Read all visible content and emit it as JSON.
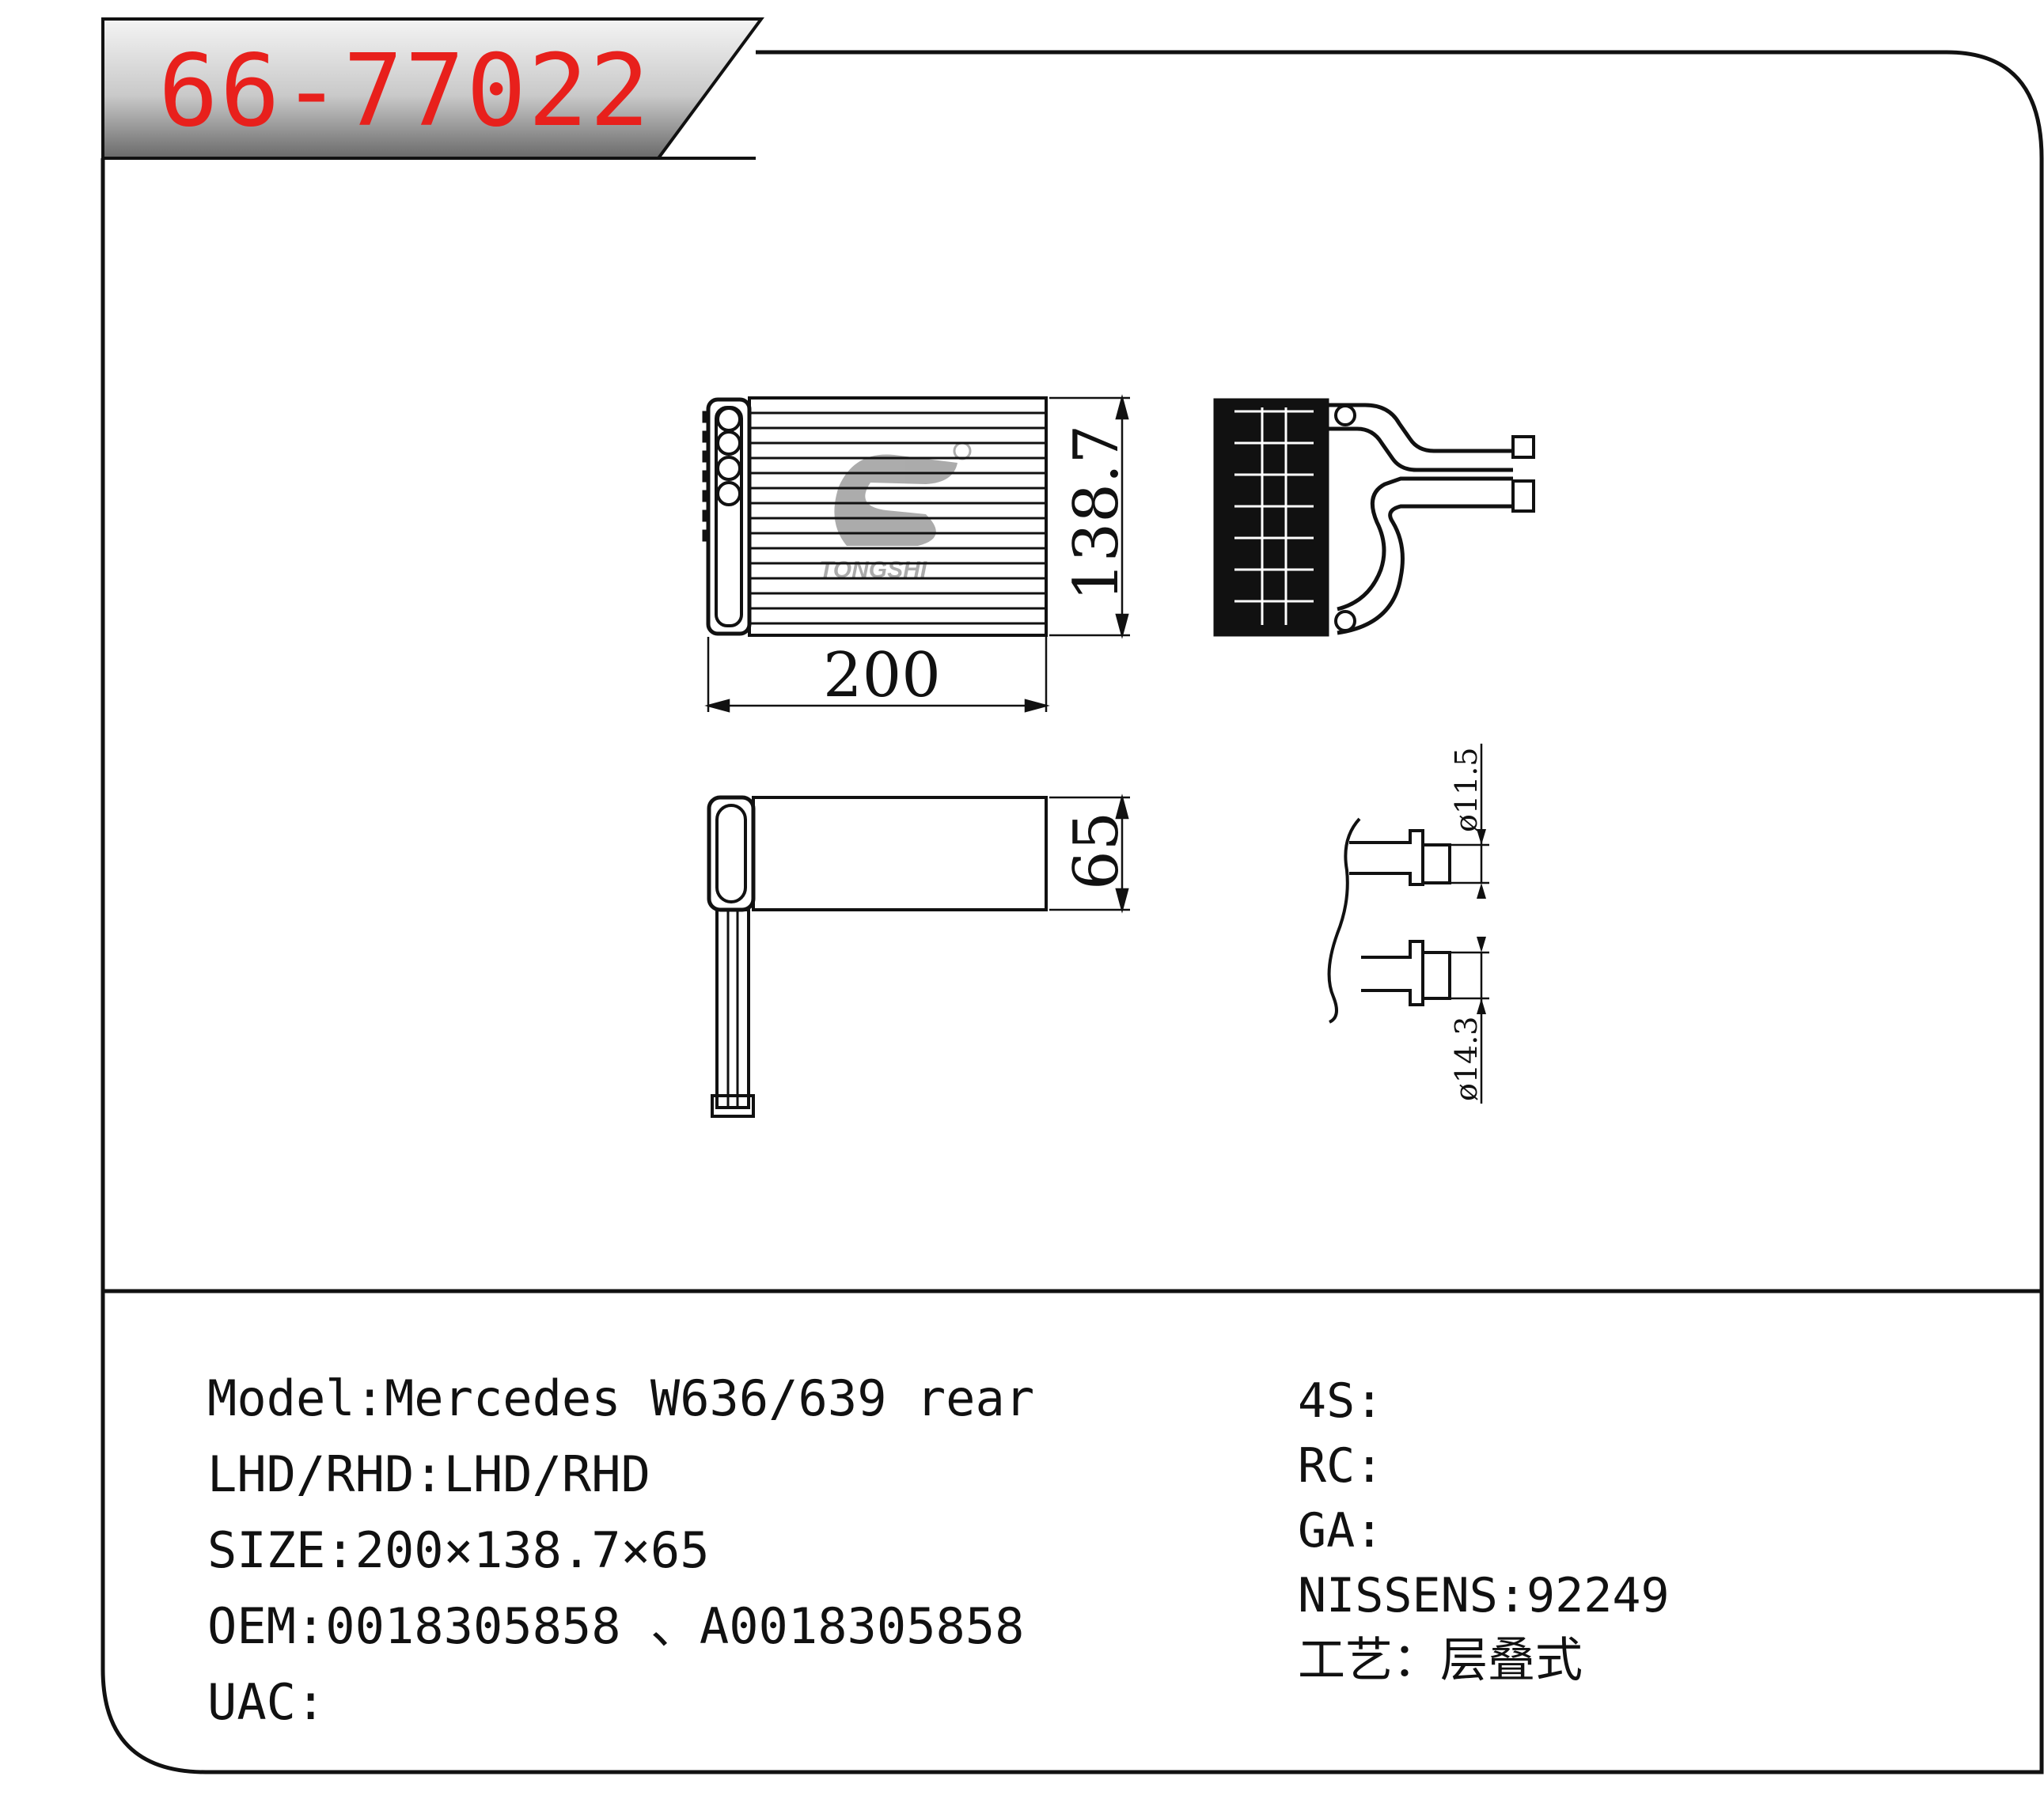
{
  "part_number": "66-77022",
  "specs": {
    "model": "Model:Mercedes W636/639 rear",
    "lhd_rhd": "LHD/RHD:LHD/RHD",
    "size": "SIZE:200×138.7×65",
    "oem": "OEM:0018305858 、A0018305858",
    "uac": "UAC:"
  },
  "cross_refs": {
    "s4": "4S:",
    "rc": "RC:",
    "ga": "GA:",
    "nissens": "NISSENS:92249",
    "process": "工艺：层叠式"
  },
  "drawing": {
    "width_label": "200",
    "height_label": "138.7",
    "depth_label": "65",
    "pipe_small_label": "ø11.5",
    "pipe_large_label": "ø14.3",
    "logo_text": "TONGSHI"
  },
  "colors": {
    "title": "#e8201c",
    "line": "#111111"
  }
}
